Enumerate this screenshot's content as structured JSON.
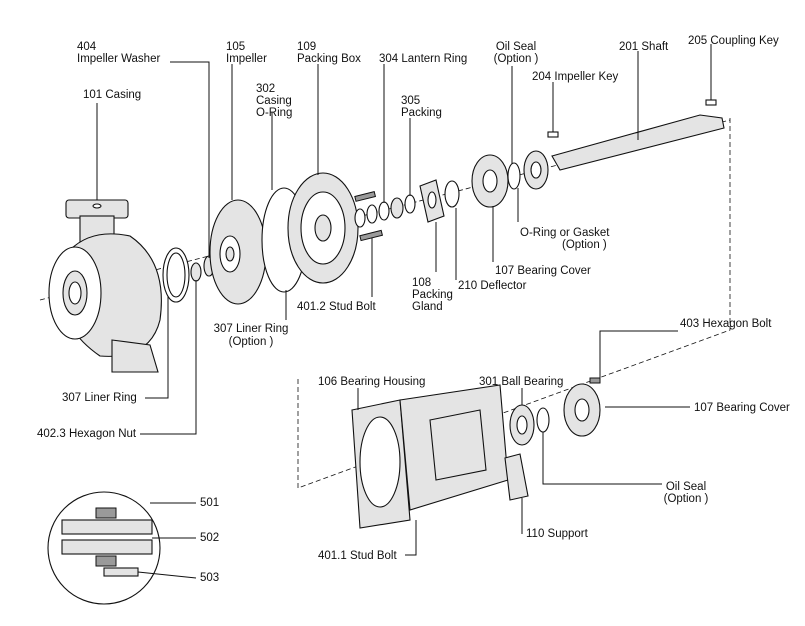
{
  "labels": {
    "impeller_washer_no": "404",
    "impeller_washer_name": "Impeller Washer",
    "casing": "101 Casing",
    "impeller_no": "105",
    "impeller_name": "Impeller",
    "casing_oring_no": "302",
    "casing_oring_l1": "Casing",
    "casing_oring_l2": "O-Ring",
    "packing_box_no": "109",
    "packing_box_name": "Packing Box",
    "lantern_ring": "304 Lantern Ring",
    "packing_no": "305",
    "packing_name": "Packing",
    "oil_seal_top_l1": "Oil Seal",
    "oil_seal_top_l2": "(Option )",
    "shaft": "201 Shaft",
    "coupling_key": "205 Coupling Key",
    "impeller_key": "204 Impeller Key",
    "oring_gasket_l1": "O-Ring or Gasket",
    "oring_gasket_l2": "(Option )",
    "bearing_cover_top": "107 Bearing Cover",
    "deflector": "210 Deflector",
    "packing_gland_l1": "108",
    "packing_gland_l2": "Packing",
    "packing_gland_l3": "Gland",
    "stud_bolt_402": "401.2 Stud Bolt",
    "liner_ring_option_l1": "307 Liner Ring",
    "liner_ring_option_l2": "(Option )",
    "liner_ring": "307 Liner Ring",
    "hex_nut": "402.3 Hexagon Nut",
    "hex_bolt": "403 Hexagon Bolt",
    "bearing_housing": "106 Bearing Housing",
    "ball_bearing": "301 Ball Bearing",
    "bearing_cover_right": "107 Bearing Cover",
    "oil_seal_bottom_l1": "Oil Seal",
    "oil_seal_bottom_l2": "(Option )",
    "support": "110 Support",
    "stud_bolt_401": "401.1  Stud Bolt",
    "detail_501": "501",
    "detail_502": "502",
    "detail_503": "503"
  }
}
